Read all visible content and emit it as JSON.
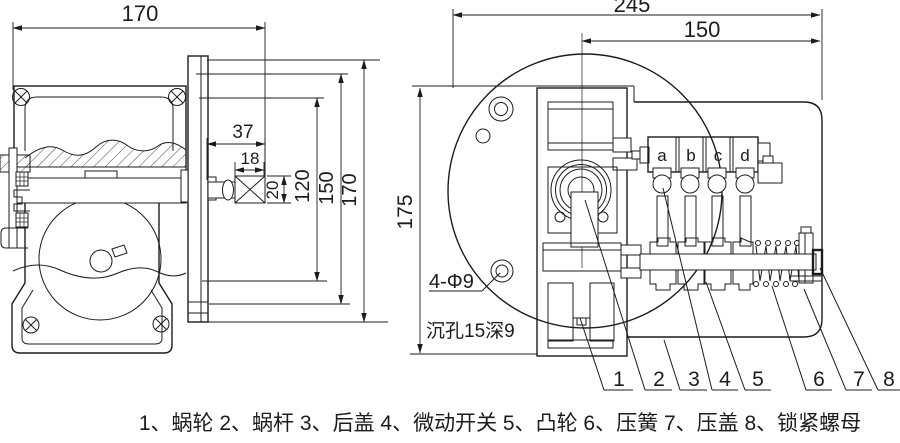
{
  "drawing": {
    "type": "mechanical engineering drawing, two orthographic views of a worm-gear cam limit switch",
    "colors": {
      "line": "#1c1c1c",
      "background": "#ffffff"
    }
  },
  "side_view": {
    "dims": {
      "width": "170",
      "shaft": "37",
      "key": "18",
      "shaft_h": "20",
      "h1": "120",
      "h2": "150",
      "h3": "170"
    }
  },
  "front_view": {
    "dims": {
      "total_w": "245",
      "right_w": "150",
      "height": "175"
    },
    "notes": {
      "holes": "4-Φ9",
      "counterbore": "沉孔15深9"
    },
    "switches": [
      "a",
      "b",
      "c",
      "d"
    ],
    "callouts": [
      "1",
      "2",
      "3",
      "4",
      "5",
      "6",
      "7",
      "8"
    ]
  },
  "parts": [
    {
      "num": "1",
      "name": "蜗轮"
    },
    {
      "num": "2",
      "name": "蜗杆"
    },
    {
      "num": "3",
      "name": "后盖"
    },
    {
      "num": "4",
      "name": "微动开关"
    },
    {
      "num": "5",
      "name": "凸轮"
    },
    {
      "num": "6",
      "name": "压簧"
    },
    {
      "num": "7",
      "name": "压盖"
    },
    {
      "num": "8",
      "name": "锁紧螺母"
    }
  ],
  "caption": "1、蜗轮 2、蜗杆 3、后盖 4、微动开关 5、凸轮 6、压簧 7、压盖 8、锁紧螺母"
}
